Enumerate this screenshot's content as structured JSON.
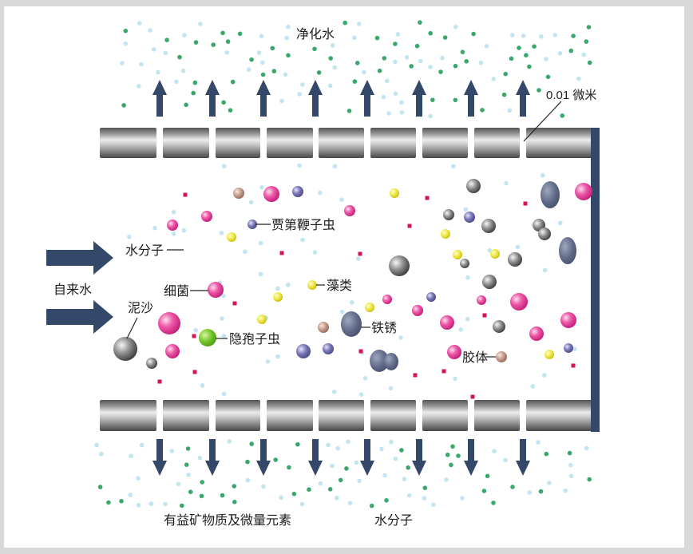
{
  "diagram": {
    "top_label": "净化水",
    "pore_size_label": "0.01 微米",
    "inlet_label": "自来水",
    "particles": {
      "water_molecule": "水分子",
      "bacteria": "细菌",
      "sediment": "泥沙",
      "cryptosporidium": "隐孢子虫",
      "giardia": "贾第鞭子虫",
      "algae": "藻类",
      "rust": "铁锈",
      "colloid": "胶体"
    },
    "bottom_labels": {
      "minerals": "有益矿物质及微量元素",
      "water_molecule": "水分子"
    }
  },
  "colors": {
    "frame": "#d9d9d9",
    "background": "#ffffff",
    "arrow": "#34486a",
    "impurity": "#d4145a",
    "mineral_dot": "#3aa86c",
    "water_dot": "#c3e4f1"
  }
}
